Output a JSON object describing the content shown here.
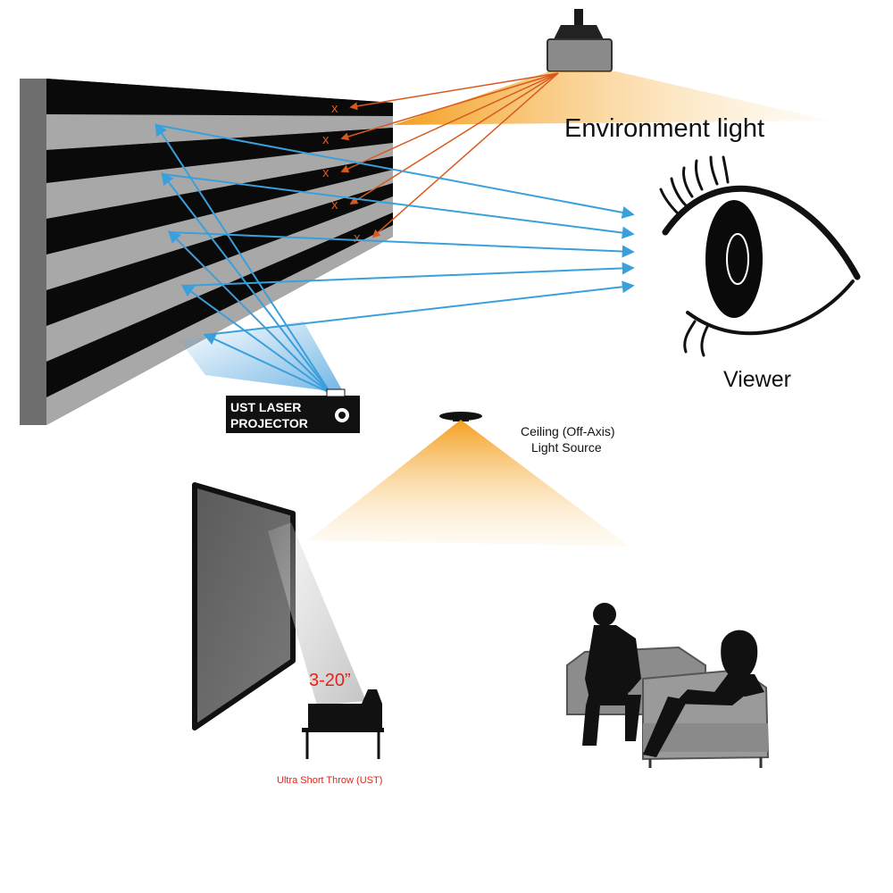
{
  "labels": {
    "environment_light": "Environment light",
    "viewer": "Viewer",
    "ust_line1": "UST LASER",
    "ust_line2": "PROJECTOR",
    "ceiling_line1": "Ceiling (Off-Axis)",
    "ceiling_line2": "Light Source",
    "throw_distance": "3-20”",
    "ust_caption": "Ultra Short Throw (UST)",
    "blocked_mark": "x"
  },
  "colors": {
    "projector_ray": "#3aa0dc",
    "ambient_ray": "#d9581e",
    "light_cone": "#f6a21a",
    "screen_ridge_dark": "#0a0a0a",
    "screen_ridge_light": "#a8a8a8",
    "screen_side": "#6e6e6e",
    "caption_red": "#e0241b"
  },
  "icons": {
    "ceiling_projector": "ceiling-projector-icon",
    "eye": "eye-icon",
    "ust_projector": "ust-projector-icon",
    "ceiling_lamp": "ceiling-lamp-icon",
    "audience": "audience-silhouette-icon",
    "sofa": "sofa-icon"
  }
}
